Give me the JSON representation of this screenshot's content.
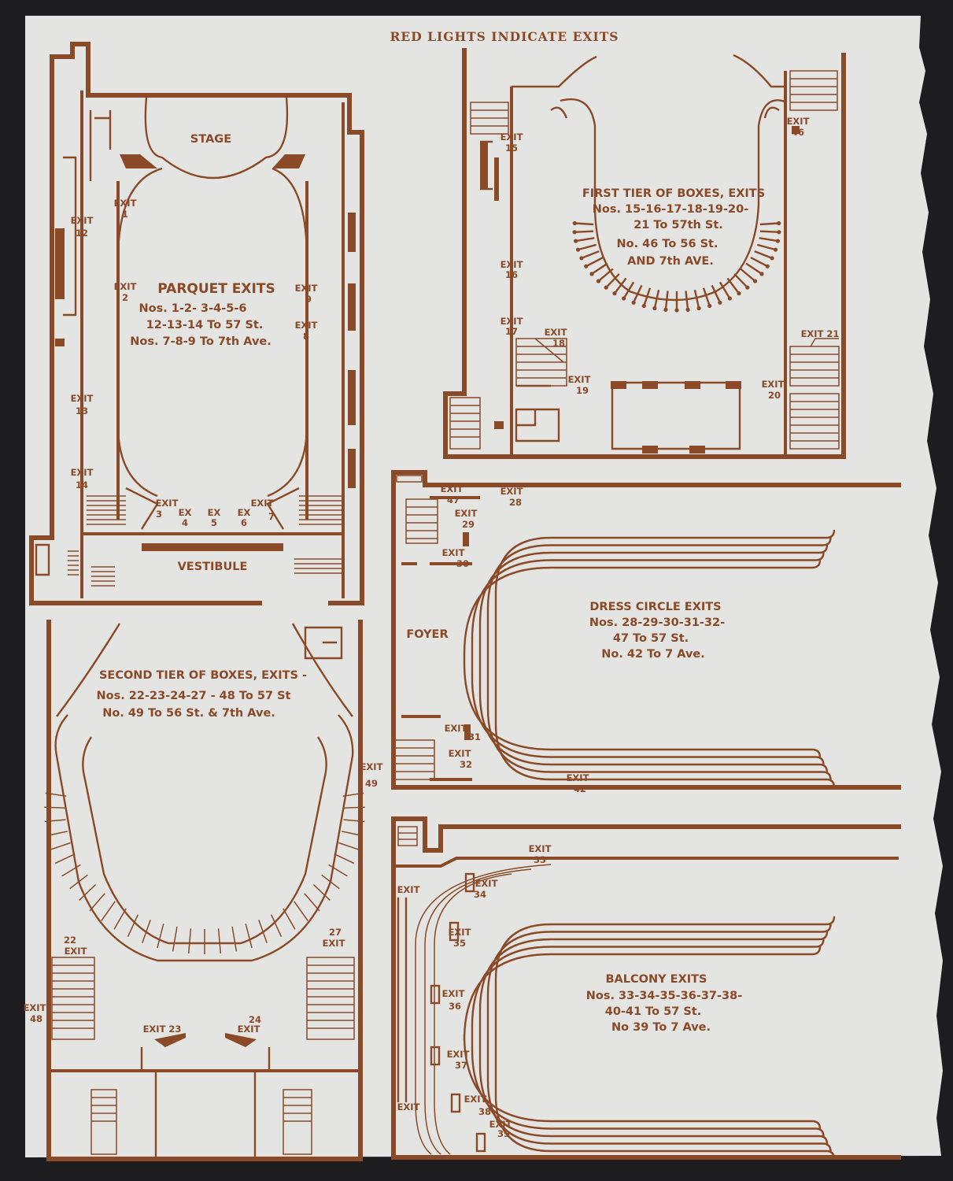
{
  "header": "RED LIGHTS INDICATE EXITS",
  "parquet": {
    "stage": "STAGE",
    "vestibule": "VESTIBULE",
    "title": "PARQUET EXITS",
    "line1": "Nos. 1-2- 3-4-5-6",
    "line2": "12-13-14 To 57 St.",
    "line3": "Nos. 7-8-9 To 7th Ave.",
    "exits": {
      "e1a": "EXIT",
      "e1b": "1",
      "e12a": "EXIT",
      "e12b": "12",
      "e2a": "EXIT",
      "e2b": "2",
      "e9a": "EXIT",
      "e9b": "9",
      "e8a": "EXIT",
      "e8b": "8",
      "e13a": "EXIT",
      "e13b": "13",
      "e14a": "EXIT",
      "e14b": "14",
      "e3a": "EXIT",
      "e3b": "3",
      "e4a": "EX",
      "e4b": "4",
      "e5a": "EX",
      "e5b": "5",
      "e6a": "EX",
      "e6b": "6",
      "e7a": "EXIT",
      "e7b": "7"
    }
  },
  "first_tier": {
    "line1": "FIRST TIER OF BOXES, EXITS",
    "line2": "Nos. 15-16-17-18-19-20-",
    "line3": "21 To 57th St.",
    "line4": "No. 46 To 56 St.",
    "line5": "AND 7th AVE.",
    "exits": {
      "e15a": "EXIT",
      "e15b": "15",
      "e16a": "EXIT",
      "e16b": "16",
      "e17a": "EXIT",
      "e17b": "17",
      "e18a": "EXIT",
      "e18b": "18",
      "e19a": "EXIT",
      "e19b": "19",
      "e20a": "EXIT",
      "e20b": "20",
      "e21": "EXIT 21",
      "e46a": "EXIT",
      "e46b": "46"
    }
  },
  "dress_circle": {
    "foyer": "FOYER",
    "title": "DRESS CIRCLE EXITS",
    "line1": "Nos. 28-29-30-31-32-",
    "line2": "47 To 57 St.",
    "line3": "No. 42 To 7 Ave.",
    "exits": {
      "e47a": "EXIT",
      "e47b": "47",
      "e28a": "EXIT",
      "e28b": "28",
      "e29a": "EXIT",
      "e29b": "29",
      "e30a": "EXIT",
      "e30b": "30",
      "e31a": "EXIT",
      "e31b": "31",
      "e32a": "EXIT",
      "e32b": "32",
      "e42a": "EXIT",
      "e42b": "42"
    }
  },
  "second_tier": {
    "line1": "SECOND TIER OF BOXES, EXITS -",
    "line2": "Nos. 22-23-24-27 - 48 To 57 St",
    "line3": "No. 49 To 56 St. & 7th Ave.",
    "exits": {
      "e49a": "EXIT",
      "e49b": "49",
      "e22a": "22",
      "e22b": "EXIT",
      "e27a": "27",
      "e27b": "EXIT",
      "e48a": "EXIT",
      "e48b": "48",
      "e23": "EXIT 23",
      "e24a": "24",
      "e24b": "EXIT"
    }
  },
  "balcony": {
    "title": "BALCONY EXITS",
    "line1": "Nos. 33-34-35-36-37-38-",
    "line2": "40-41 To 57 St.",
    "line3": "No 39 To 7 Ave.",
    "exits": {
      "e33a": "EXIT",
      "e33b": "33",
      "e34a": "EXIT",
      "e34b": "34",
      "e35a": "EXIT",
      "e35b": "35",
      "e36a": "EXIT",
      "e36b": "36",
      "e37a": "EXIT",
      "e37b": "37",
      "e38a": "EXIT",
      "e38b": "38",
      "e39a": "EXIT",
      "e39b": "39",
      "top_left": "EXIT",
      "bottom_left": "EXIT"
    }
  },
  "colors": {
    "ink": "#8a4a28",
    "paper": "#e4e5e2",
    "background": "#1d1d1f"
  }
}
